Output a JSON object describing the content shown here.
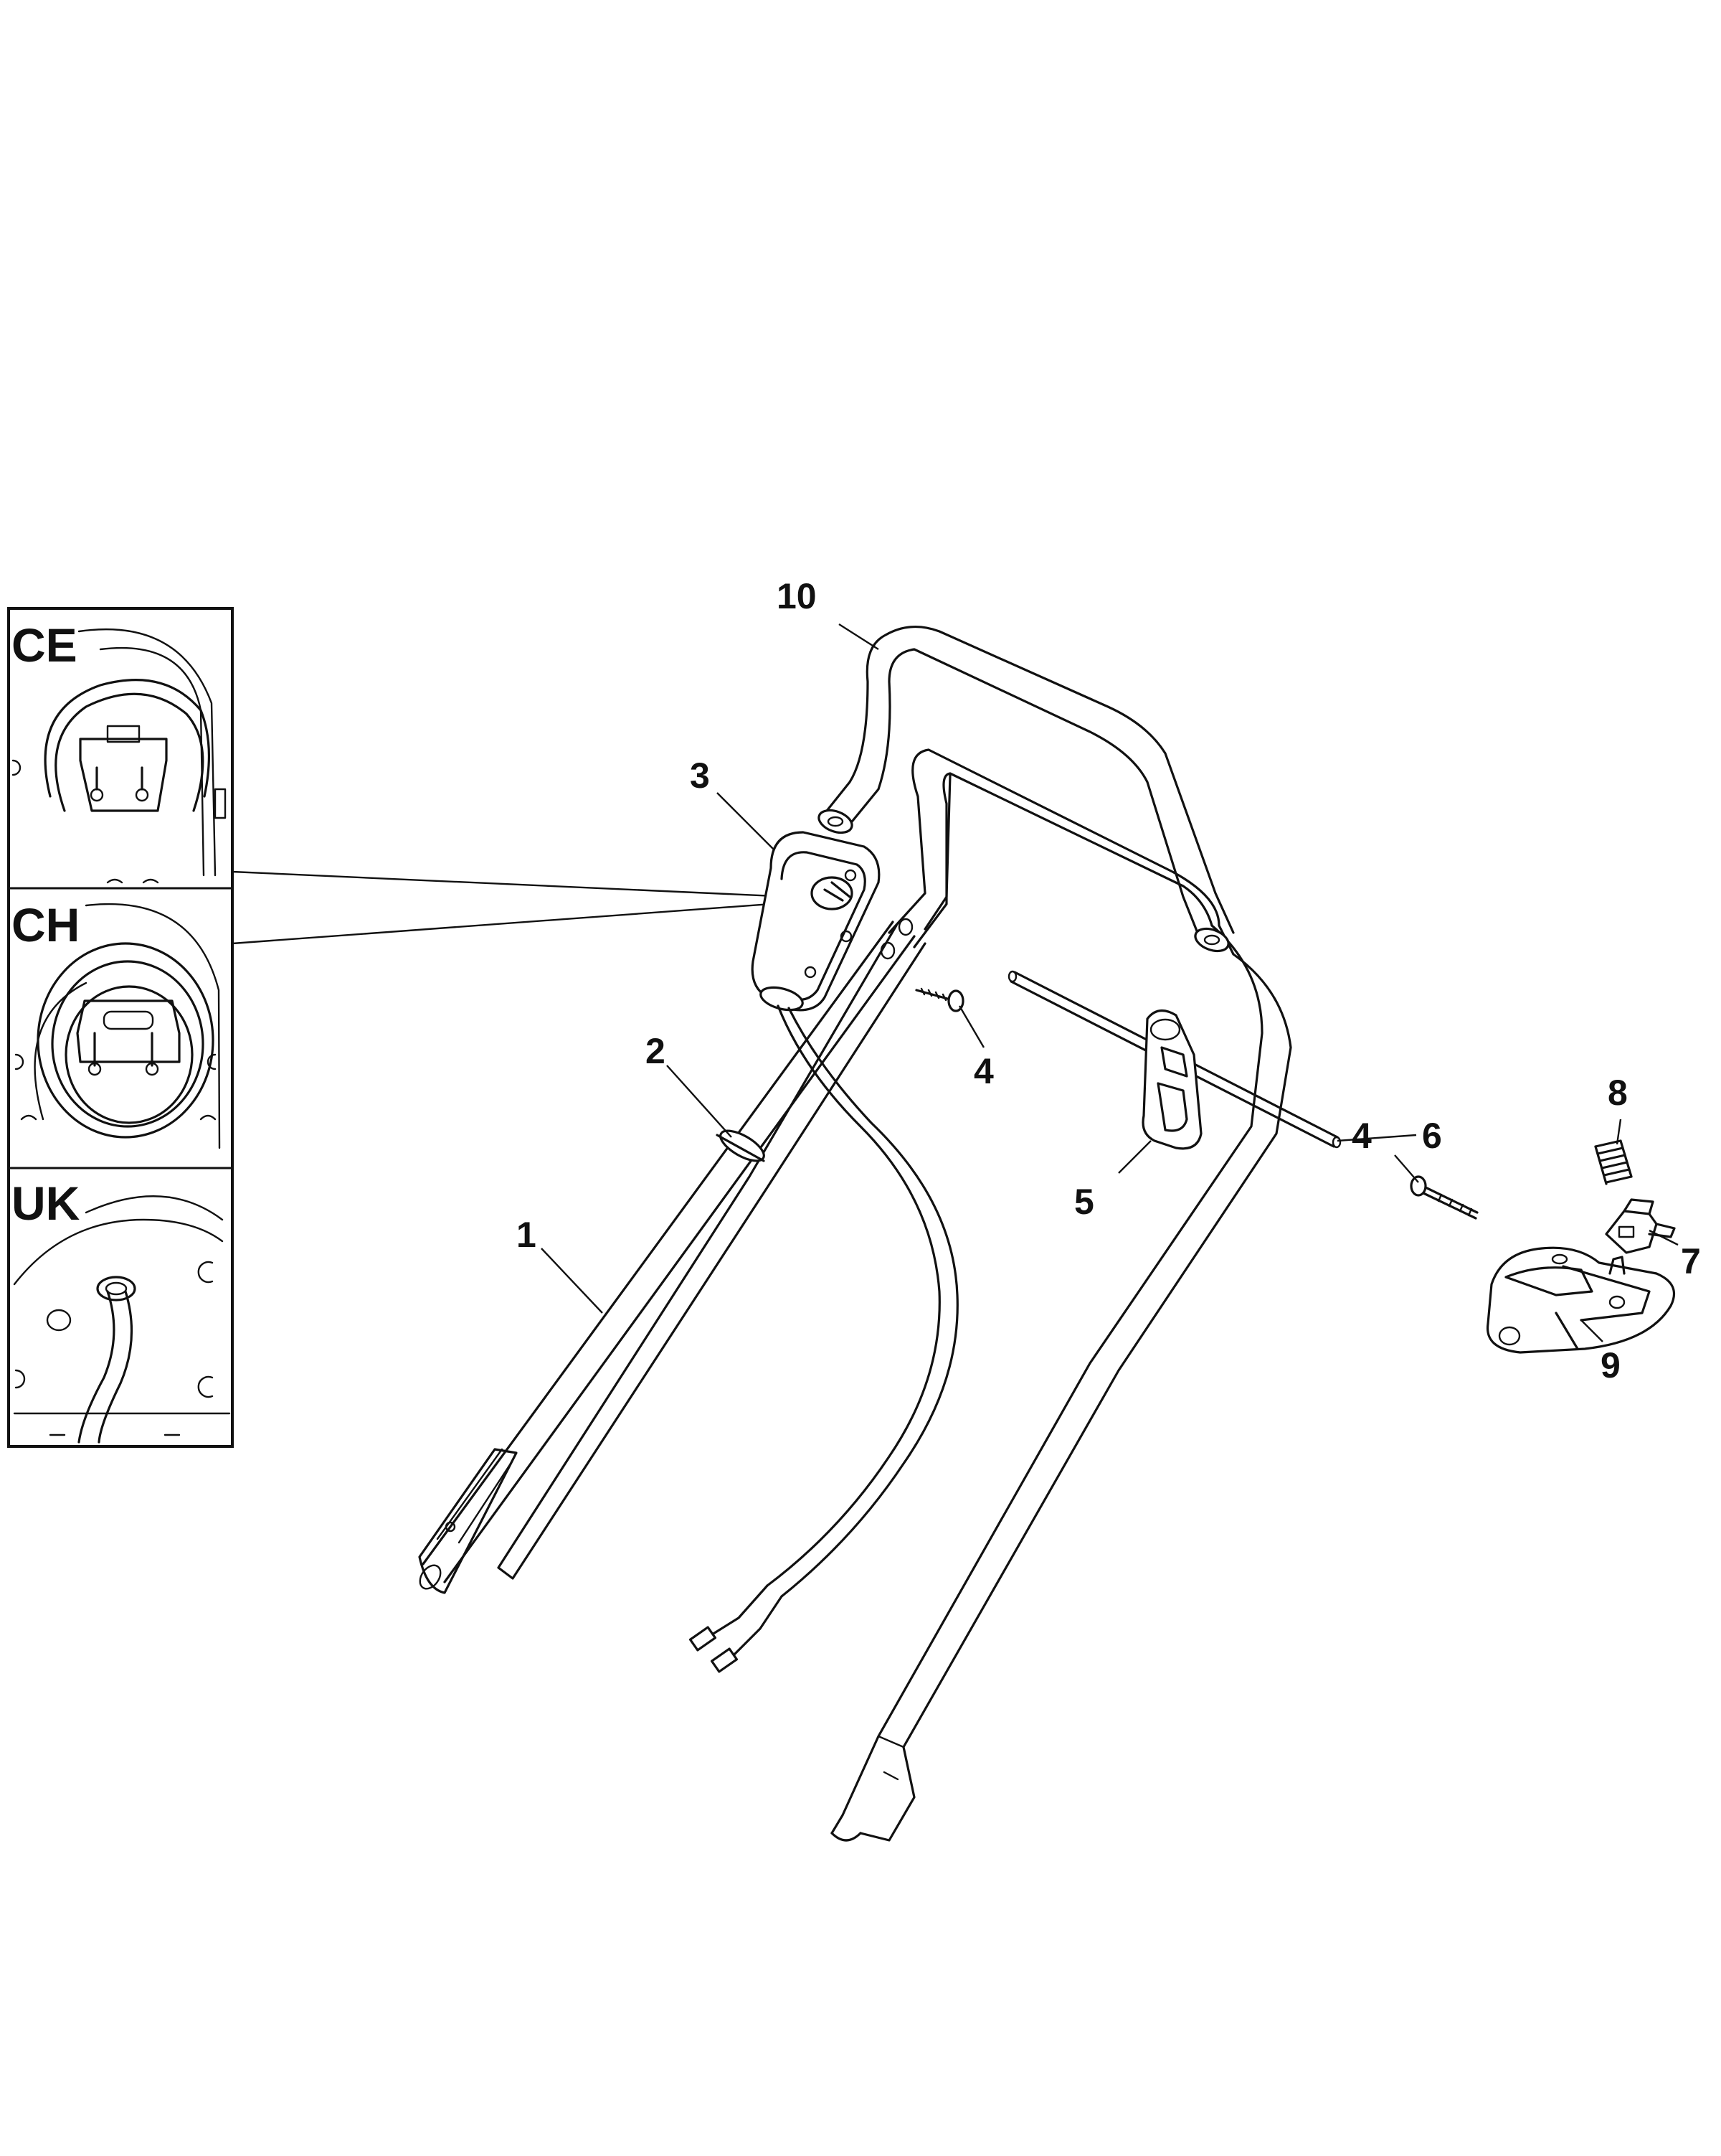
{
  "callouts": {
    "c1": "1",
    "c2": "2",
    "c3": "3",
    "c4a": "4",
    "c4b": "4",
    "c5": "5",
    "c6": "6",
    "c7": "7",
    "c8": "8",
    "c9": "9",
    "c10": "10"
  },
  "inset": {
    "ce": "CE",
    "ch": "CH",
    "uk": "UK"
  },
  "colors": {
    "line": "#111111",
    "background": "#ffffff"
  }
}
